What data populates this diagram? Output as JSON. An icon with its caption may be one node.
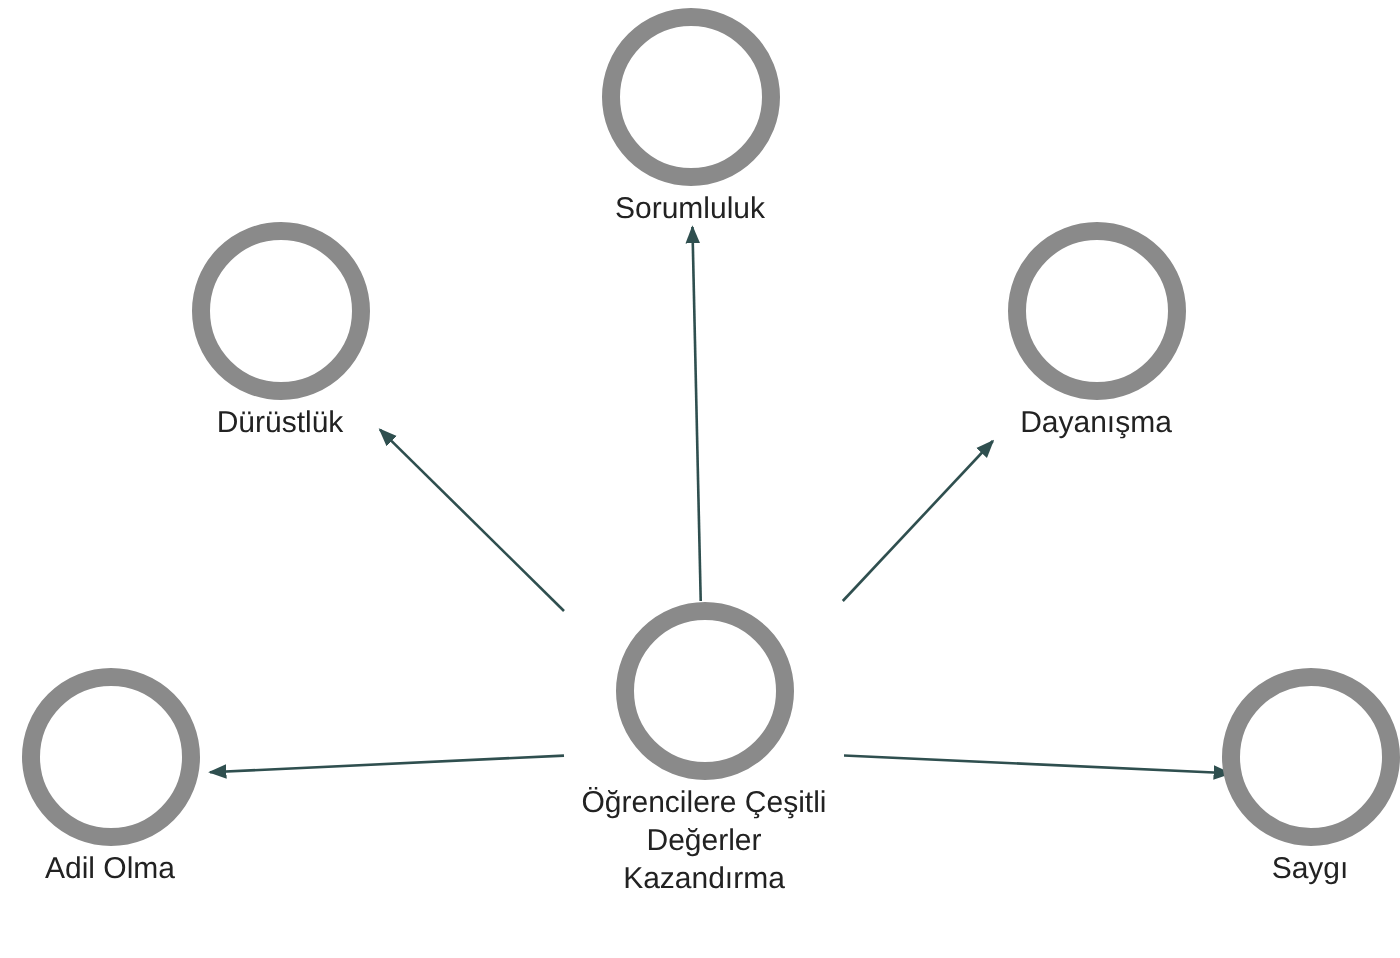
{
  "diagram": {
    "nodes": [
      {
        "text": [
          "Öğrencilere Çeşitli Değerler Kazandırma"
        ]
      },
      {
        "text": [
          "Sorumluluk"
        ]
      },
      {
        "text": [
          "Dürüstlük"
        ]
      },
      {
        "text": [
          "Dayanışma"
        ]
      },
      {
        "text": [
          "Adil Olma"
        ]
      },
      {
        "text": [
          "Saygı"
        ]
      }
    ],
    "edges": [
      {
        "from": 0,
        "to": 1,
        "arrow": "to"
      },
      {
        "from": 0,
        "to": 2,
        "arrow": "to"
      },
      {
        "from": 0,
        "to": 3,
        "arrow": "to"
      },
      {
        "from": 0,
        "to": 4,
        "arrow": "to"
      },
      {
        "from": 0,
        "to": 5,
        "arrow": "to"
      }
    ]
  }
}
